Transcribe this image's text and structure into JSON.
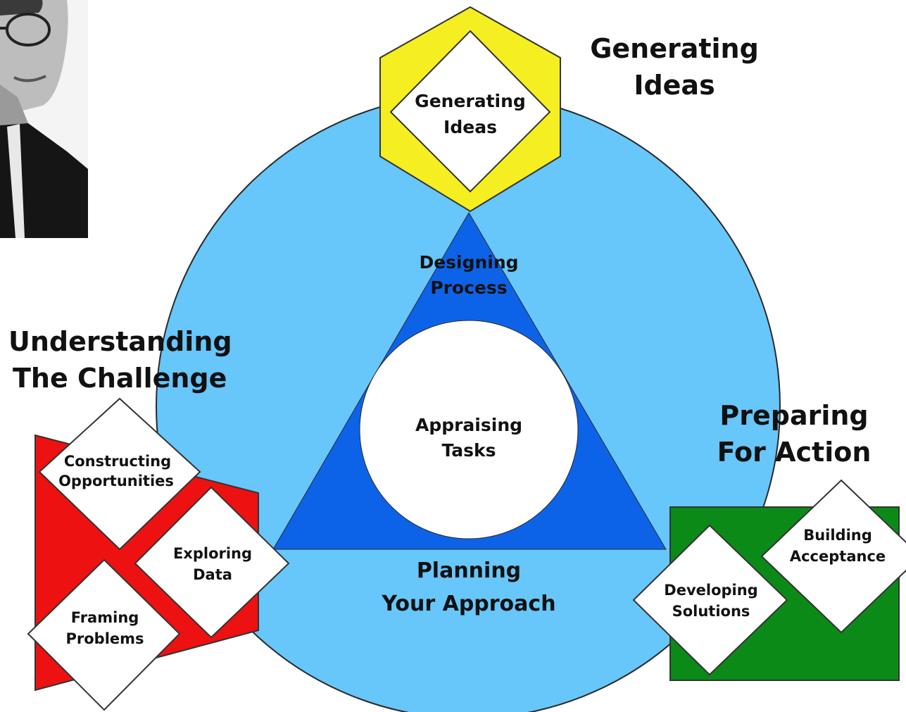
{
  "colors": {
    "outer_circle": "#67c6fa",
    "triangle": "#0d63e8",
    "hexagon": "#f5ee21",
    "red_panel": "#ee1111",
    "green_panel": "#0b8a18",
    "diamond": "#ffffff",
    "outline": "#333333"
  },
  "icons": {
    "portrait": "person-photo-icon"
  },
  "stages": {
    "generating_ideas": {
      "heading": [
        "Generating",
        "Ideas"
      ],
      "step": [
        "Generating",
        "Ideas"
      ]
    },
    "understanding_challenge": {
      "heading": [
        "Understanding",
        "The Challenge"
      ],
      "steps": {
        "constructing": [
          "Constructing",
          "Opportunities"
        ],
        "exploring": [
          "Exploring",
          "Data"
        ],
        "framing": [
          "Framing",
          "Problems"
        ]
      }
    },
    "preparing_action": {
      "heading": [
        "Preparing",
        "For Action"
      ],
      "steps": {
        "developing": [
          "Developing",
          "Solutions"
        ],
        "building": [
          "Building",
          "Acceptance"
        ]
      }
    }
  },
  "management": {
    "designing_process": [
      "Designing",
      "Process"
    ],
    "appraising_tasks": [
      "Appraising",
      "Tasks"
    ],
    "planning_approach": [
      "Planning",
      "Your Approach"
    ]
  }
}
